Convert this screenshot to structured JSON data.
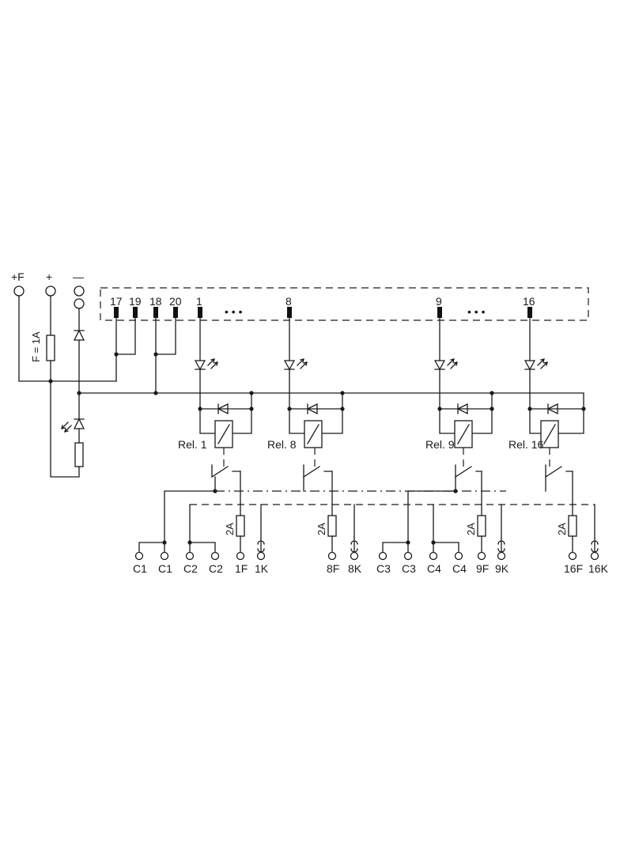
{
  "power_terminals": [
    {
      "label": "+F"
    },
    {
      "label": "+"
    },
    {
      "label": "—"
    }
  ],
  "fuse_main": "F = 1A",
  "header_pins": [
    "17",
    "19",
    "18",
    "20",
    "1",
    "8",
    "9",
    "16"
  ],
  "ellipsis": [
    "• • •",
    "• • •"
  ],
  "relays": [
    "Rel. 1",
    "Rel. 8",
    "Rel. 9",
    "Rel. 16"
  ],
  "output_fuses": [
    "2A",
    "2A",
    "2A",
    "2A"
  ],
  "bottom_terminals": [
    "C1",
    "C1",
    "C2",
    "C2",
    "1F",
    "1K",
    "8F",
    "8K",
    "C3",
    "C3",
    "C4",
    "C4",
    "9F",
    "9K",
    "16F",
    "16K"
  ]
}
